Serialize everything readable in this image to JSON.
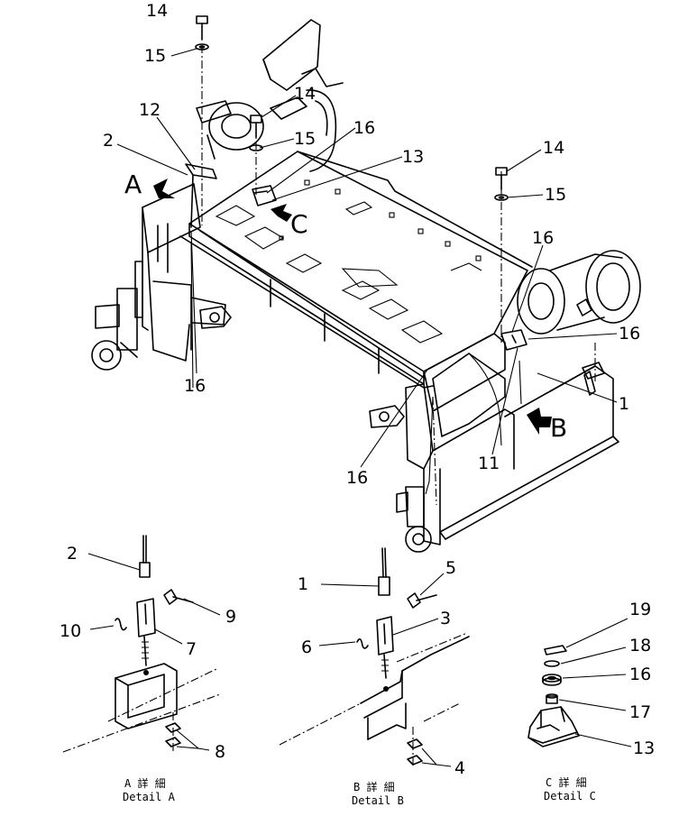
{
  "diagram": {
    "callouts": [
      {
        "id": "c14a",
        "text": "14"
      },
      {
        "id": "c15a",
        "text": "15"
      },
      {
        "id": "c14b",
        "text": "14"
      },
      {
        "id": "c15b",
        "text": "15"
      },
      {
        "id": "c16a",
        "text": "16"
      },
      {
        "id": "c12",
        "text": "12"
      },
      {
        "id": "c2",
        "text": "2"
      },
      {
        "id": "c13",
        "text": "13"
      },
      {
        "id": "c14c",
        "text": "14"
      },
      {
        "id": "c15c",
        "text": "15"
      },
      {
        "id": "c16b",
        "text": "16"
      },
      {
        "id": "c16c",
        "text": "16"
      },
      {
        "id": "c1",
        "text": "1"
      },
      {
        "id": "c16d",
        "text": "16"
      },
      {
        "id": "c16e",
        "text": "16"
      },
      {
        "id": "c11",
        "text": "11"
      },
      {
        "id": "dA2",
        "text": "2"
      },
      {
        "id": "dA9",
        "text": "9"
      },
      {
        "id": "dA10",
        "text": "10"
      },
      {
        "id": "dA7",
        "text": "7"
      },
      {
        "id": "dA8",
        "text": "8"
      },
      {
        "id": "dB1",
        "text": "1"
      },
      {
        "id": "dB5",
        "text": "5"
      },
      {
        "id": "dB3",
        "text": "3"
      },
      {
        "id": "dB6",
        "text": "6"
      },
      {
        "id": "dB4",
        "text": "4"
      },
      {
        "id": "dC19",
        "text": "19"
      },
      {
        "id": "dC18",
        "text": "18"
      },
      {
        "id": "dC16",
        "text": "16"
      },
      {
        "id": "dC17",
        "text": "17"
      },
      {
        "id": "dC13",
        "text": "13"
      }
    ],
    "view_letters": {
      "A": "A",
      "B": "B",
      "C": "C"
    },
    "details": {
      "A": {
        "jp": "A 詳 細",
        "en": "Detail A"
      },
      "B": {
        "jp": "B 詳 細",
        "en": "Detail B"
      },
      "C": {
        "jp": "C 詳 細",
        "en": "Detail C"
      }
    }
  }
}
